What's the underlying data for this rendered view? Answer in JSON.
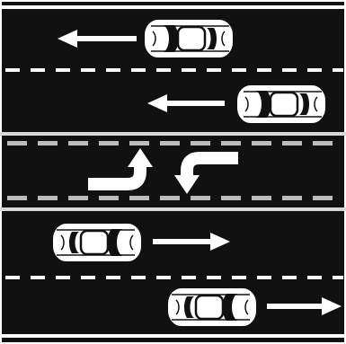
{
  "diagram": {
    "kind": "road-lanes",
    "colors": {
      "road": "#111111",
      "marking": "#ffffff",
      "median_dash": "#bcbcbc",
      "car_body": "#ffffff",
      "car_detail": "#111111"
    },
    "lanes": [
      {
        "name": "lane-1",
        "direction": "left"
      },
      {
        "name": "lane-2",
        "direction": "left"
      },
      {
        "name": "center-turn-lane",
        "direction": "two-way-left-turn"
      },
      {
        "name": "lane-3",
        "direction": "right"
      },
      {
        "name": "lane-4",
        "direction": "right"
      }
    ],
    "vehicles": [
      {
        "lane": "lane-1",
        "facing": "left"
      },
      {
        "lane": "lane-2",
        "facing": "left"
      },
      {
        "lane": "lane-3",
        "facing": "right"
      },
      {
        "lane": "lane-4",
        "facing": "right"
      }
    ],
    "icons": [
      "arrow-left-icon",
      "arrow-right-icon",
      "turn-left-up-icon",
      "turn-left-down-icon",
      "car-icon"
    ]
  }
}
